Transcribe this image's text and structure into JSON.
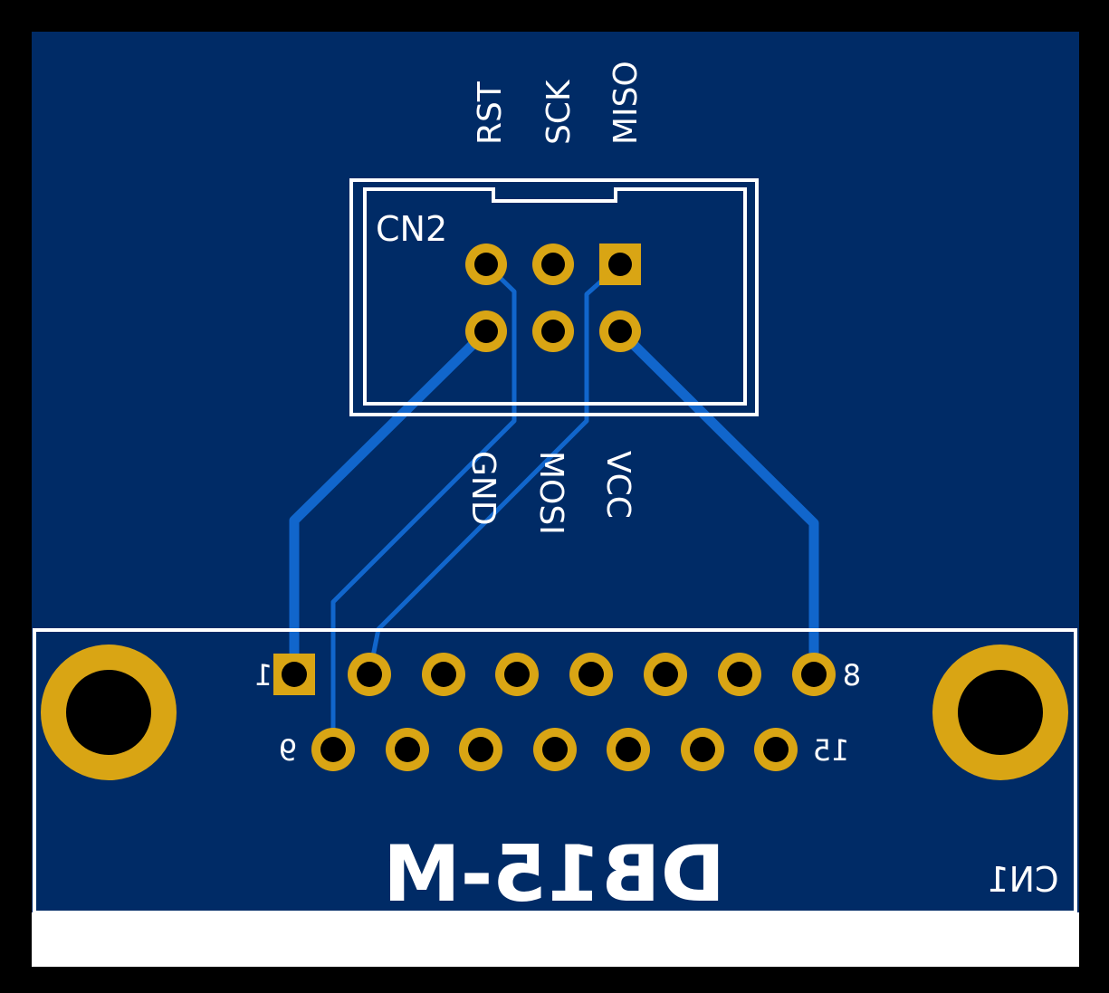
{
  "colors": {
    "background": "#000000",
    "board": "#002b66",
    "copper_trace": "#1166cc",
    "pad": "#d9a514",
    "pad_edge": "#b88c10",
    "drill": "#000000",
    "silkscreen": "#ffffff"
  },
  "header": {
    "designator": "CN2",
    "top_labels": [
      "RST",
      "SCK",
      "MISO"
    ],
    "bottom_labels": [
      "GND",
      "MOSI",
      "VCC"
    ]
  },
  "connector": {
    "designator": "CN1",
    "part_label": "DB15-M",
    "pin_labels": {
      "first": "1",
      "last_top": "8",
      "first_bottom": "9",
      "last": "15"
    }
  }
}
